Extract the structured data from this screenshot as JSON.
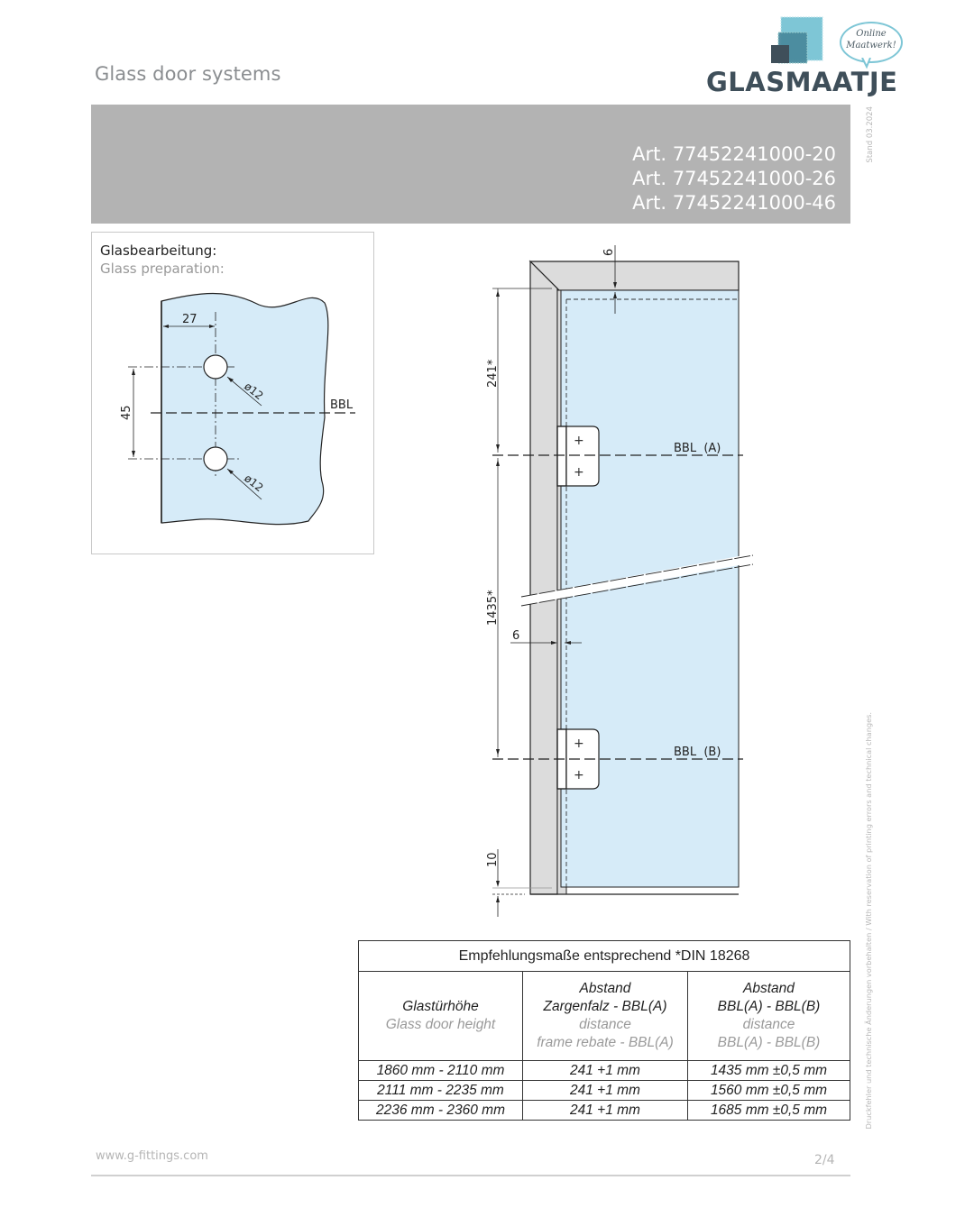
{
  "header": {
    "title": "Glass door systems",
    "logo": {
      "name": "GLASMAATJE",
      "bubble_line1": "Online",
      "bubble_line2": "Maatwerk!",
      "colors": [
        "#7ec6d6",
        "#4a8a9e",
        "#3f4f5a"
      ]
    }
  },
  "banner": {
    "articles": [
      "Art. 77452241000-20",
      "Art. 77452241000-26",
      "Art. 77452241000-46"
    ]
  },
  "side": {
    "stand": "Stand 03.2024",
    "disclaimer": "Druckfehler und technische Änderungen vorbehalten / With reservation of printing errors and technical changes."
  },
  "glass_prep": {
    "title_de": "Glasbearbeitung:",
    "title_en": "Glass preparation:",
    "dim_edge": "27",
    "dim_spacing": "45",
    "hole_1": "ø12",
    "hole_2": "ø12",
    "bbl": "BBL"
  },
  "frame_drawing": {
    "dim_top": "6",
    "dim_a": "241*",
    "dim_ab": "1435*",
    "dim_side": "6",
    "dim_bottom": "10",
    "bbl_a": "BBL  (A)",
    "bbl_b": "BBL  (B)"
  },
  "table": {
    "title": "Empfehlungsmaße entsprechend *DIN 18268",
    "columns": [
      {
        "de": [
          "Glastürhöhe"
        ],
        "en": [
          "Glass door height"
        ]
      },
      {
        "de": [
          "Abstand",
          "Zargenfalz - BBL(A)"
        ],
        "en": [
          "distance",
          "frame rebate - BBL(A)"
        ]
      },
      {
        "de": [
          "Abstand",
          "BBL(A) - BBL(B)"
        ],
        "en": [
          "distance",
          "BBL(A) - BBL(B)"
        ]
      }
    ],
    "rows": [
      [
        "1860 mm - 2110 mm",
        "241 +1 mm",
        "1435 mm ±0,5 mm"
      ],
      [
        "2111 mm - 2235 mm",
        "241 +1 mm",
        "1560 mm ±0,5 mm"
      ],
      [
        "2236 mm - 2360 mm",
        "241 +1 mm",
        "1685 mm ±0,5 mm"
      ]
    ]
  },
  "footer": {
    "url": "www.g-fittings.com",
    "page": "2/4"
  }
}
